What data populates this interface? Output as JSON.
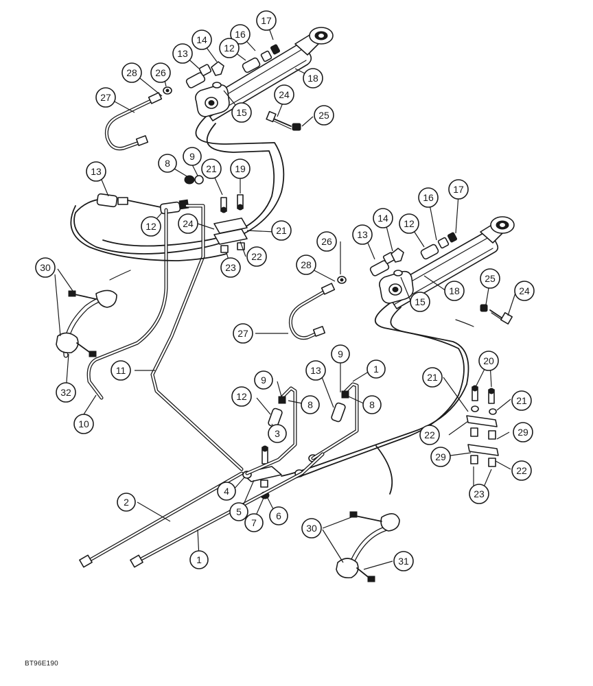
{
  "figure": {
    "code": "BT96E190"
  },
  "callouts": [
    {
      "id": "c1",
      "label": "1"
    },
    {
      "id": "c2",
      "label": "2"
    },
    {
      "id": "c3",
      "label": "3"
    },
    {
      "id": "c4",
      "label": "4"
    },
    {
      "id": "c5",
      "label": "5"
    },
    {
      "id": "c6",
      "label": "6"
    },
    {
      "id": "c7",
      "label": "7"
    },
    {
      "id": "c8",
      "label": "8"
    },
    {
      "id": "c9",
      "label": "9"
    },
    {
      "id": "c10",
      "label": "10"
    },
    {
      "id": "c11",
      "label": "11"
    },
    {
      "id": "c12",
      "label": "12"
    },
    {
      "id": "c13",
      "label": "13"
    },
    {
      "id": "c14",
      "label": "14"
    },
    {
      "id": "c15",
      "label": "15"
    },
    {
      "id": "c16",
      "label": "16"
    },
    {
      "id": "c17",
      "label": "17"
    },
    {
      "id": "c18",
      "label": "18"
    },
    {
      "id": "c19",
      "label": "19"
    },
    {
      "id": "c20",
      "label": "20"
    },
    {
      "id": "c21",
      "label": "21"
    },
    {
      "id": "c22",
      "label": "22"
    },
    {
      "id": "c23",
      "label": "23"
    },
    {
      "id": "c24",
      "label": "24"
    },
    {
      "id": "c25",
      "label": "25"
    },
    {
      "id": "c26",
      "label": "26"
    },
    {
      "id": "c27",
      "label": "27"
    },
    {
      "id": "c28",
      "label": "28"
    },
    {
      "id": "c29",
      "label": "29"
    },
    {
      "id": "c30",
      "label": "30"
    },
    {
      "id": "c31",
      "label": "31"
    },
    {
      "id": "c32",
      "label": "32"
    }
  ]
}
